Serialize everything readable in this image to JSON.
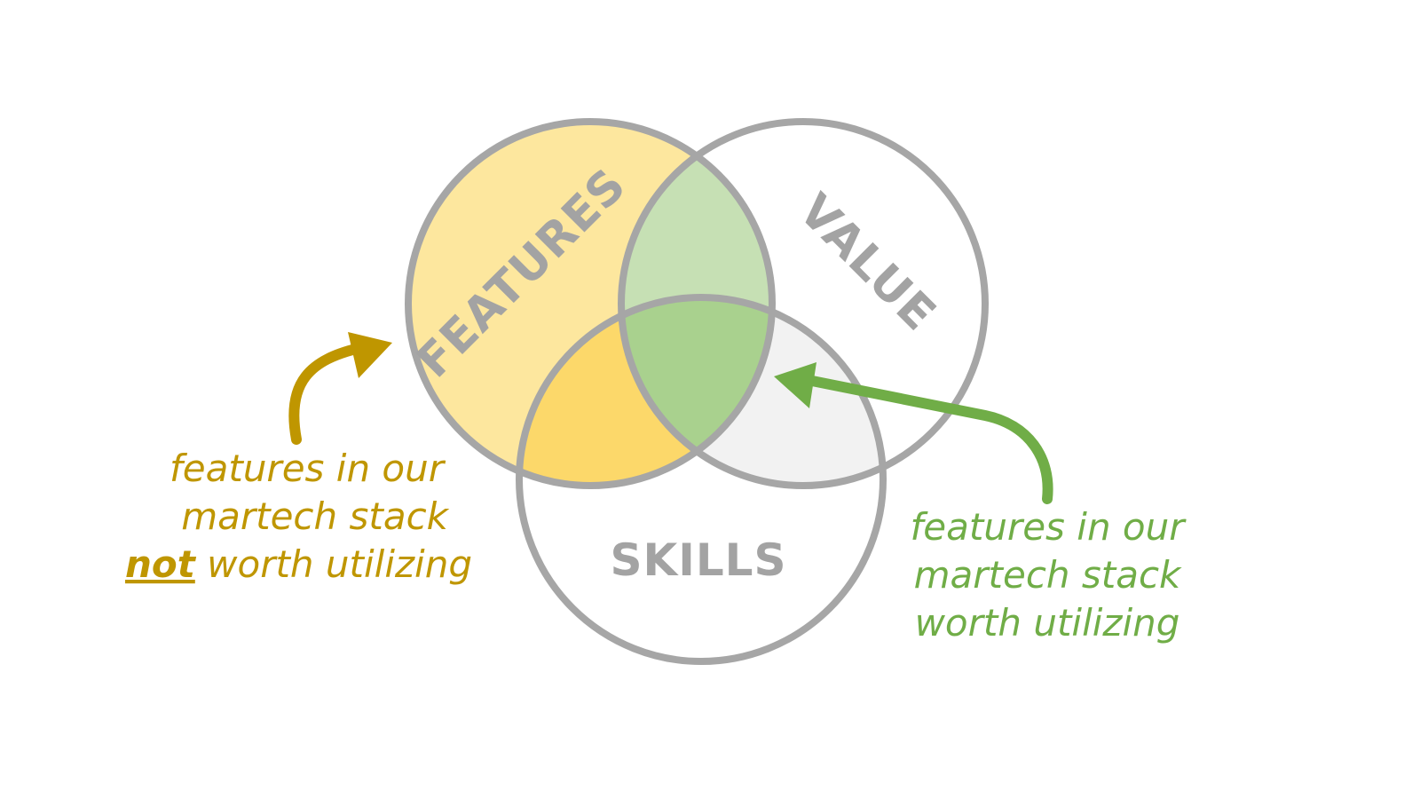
{
  "diagram": {
    "circles": {
      "features": {
        "label": "FEATURES"
      },
      "value": {
        "label": "VALUE"
      },
      "skills": {
        "label": "SKILLS"
      }
    },
    "callouts": {
      "not_worth": {
        "line1": "features in our",
        "line2": "martech stack",
        "emphasis": "not",
        "line3_rest": " worth utilizing"
      },
      "worth": {
        "line1": "features in our",
        "line2": "martech stack",
        "line3": "worth utilizing"
      }
    }
  },
  "colors": {
    "outline": "#a6a6a6",
    "features_fill": "#fde79e",
    "features_skills_fill": "#fcd86a",
    "features_value_fill": "#c6e0b4",
    "center_fill": "#a9d18e",
    "value_skills_fill": "#f2f2f2",
    "callout_not_worth": "#bf9600",
    "callout_worth": "#70ad47",
    "label_gray": "#a3a3a3"
  }
}
